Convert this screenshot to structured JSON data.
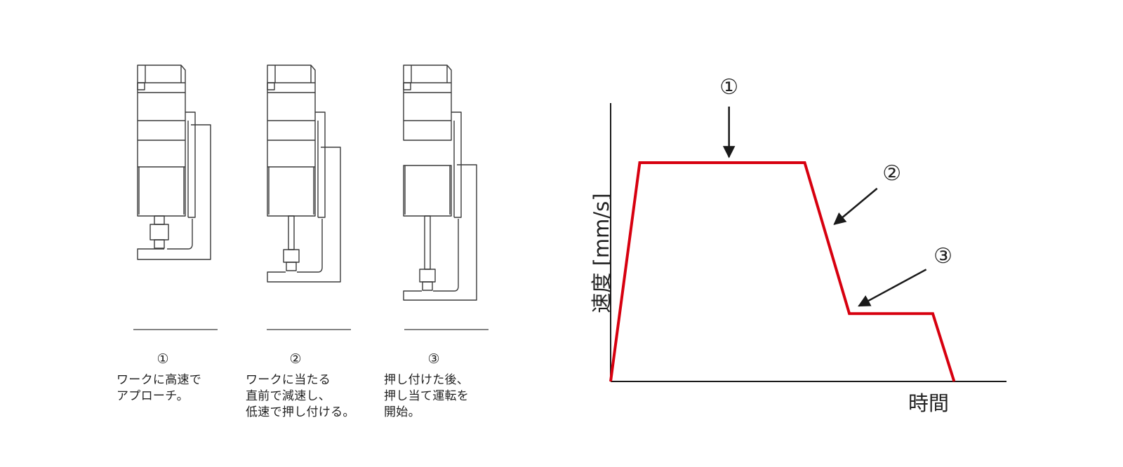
{
  "steps": [
    {
      "number": "①",
      "description": "ワークに高速で\nアプローチ。"
    },
    {
      "number": "②",
      "description": "ワークに当たる\n直前で減速し、\n低速で押し付ける。"
    },
    {
      "number": "③",
      "description": "押し付けた後、\n押し当て運転を\n開始。"
    }
  ],
  "chart_data": {
    "type": "line",
    "title": "",
    "xlabel": "時間",
    "ylabel": "速度 [mm/s]",
    "line_color": "#d7000f",
    "series": [
      {
        "x": [
          0.0,
          0.075,
          0.5,
          0.615,
          0.83,
          0.885
        ],
        "values": [
          0.0,
          0.79,
          0.79,
          0.245,
          0.245,
          0.0
        ]
      }
    ],
    "annotations": [
      {
        "label": "①",
        "x": 0.305,
        "y": 0.79
      },
      {
        "label": "②",
        "x": 0.56,
        "y": 0.55
      },
      {
        "label": "③",
        "x": 0.625,
        "y": 0.26
      }
    ]
  }
}
